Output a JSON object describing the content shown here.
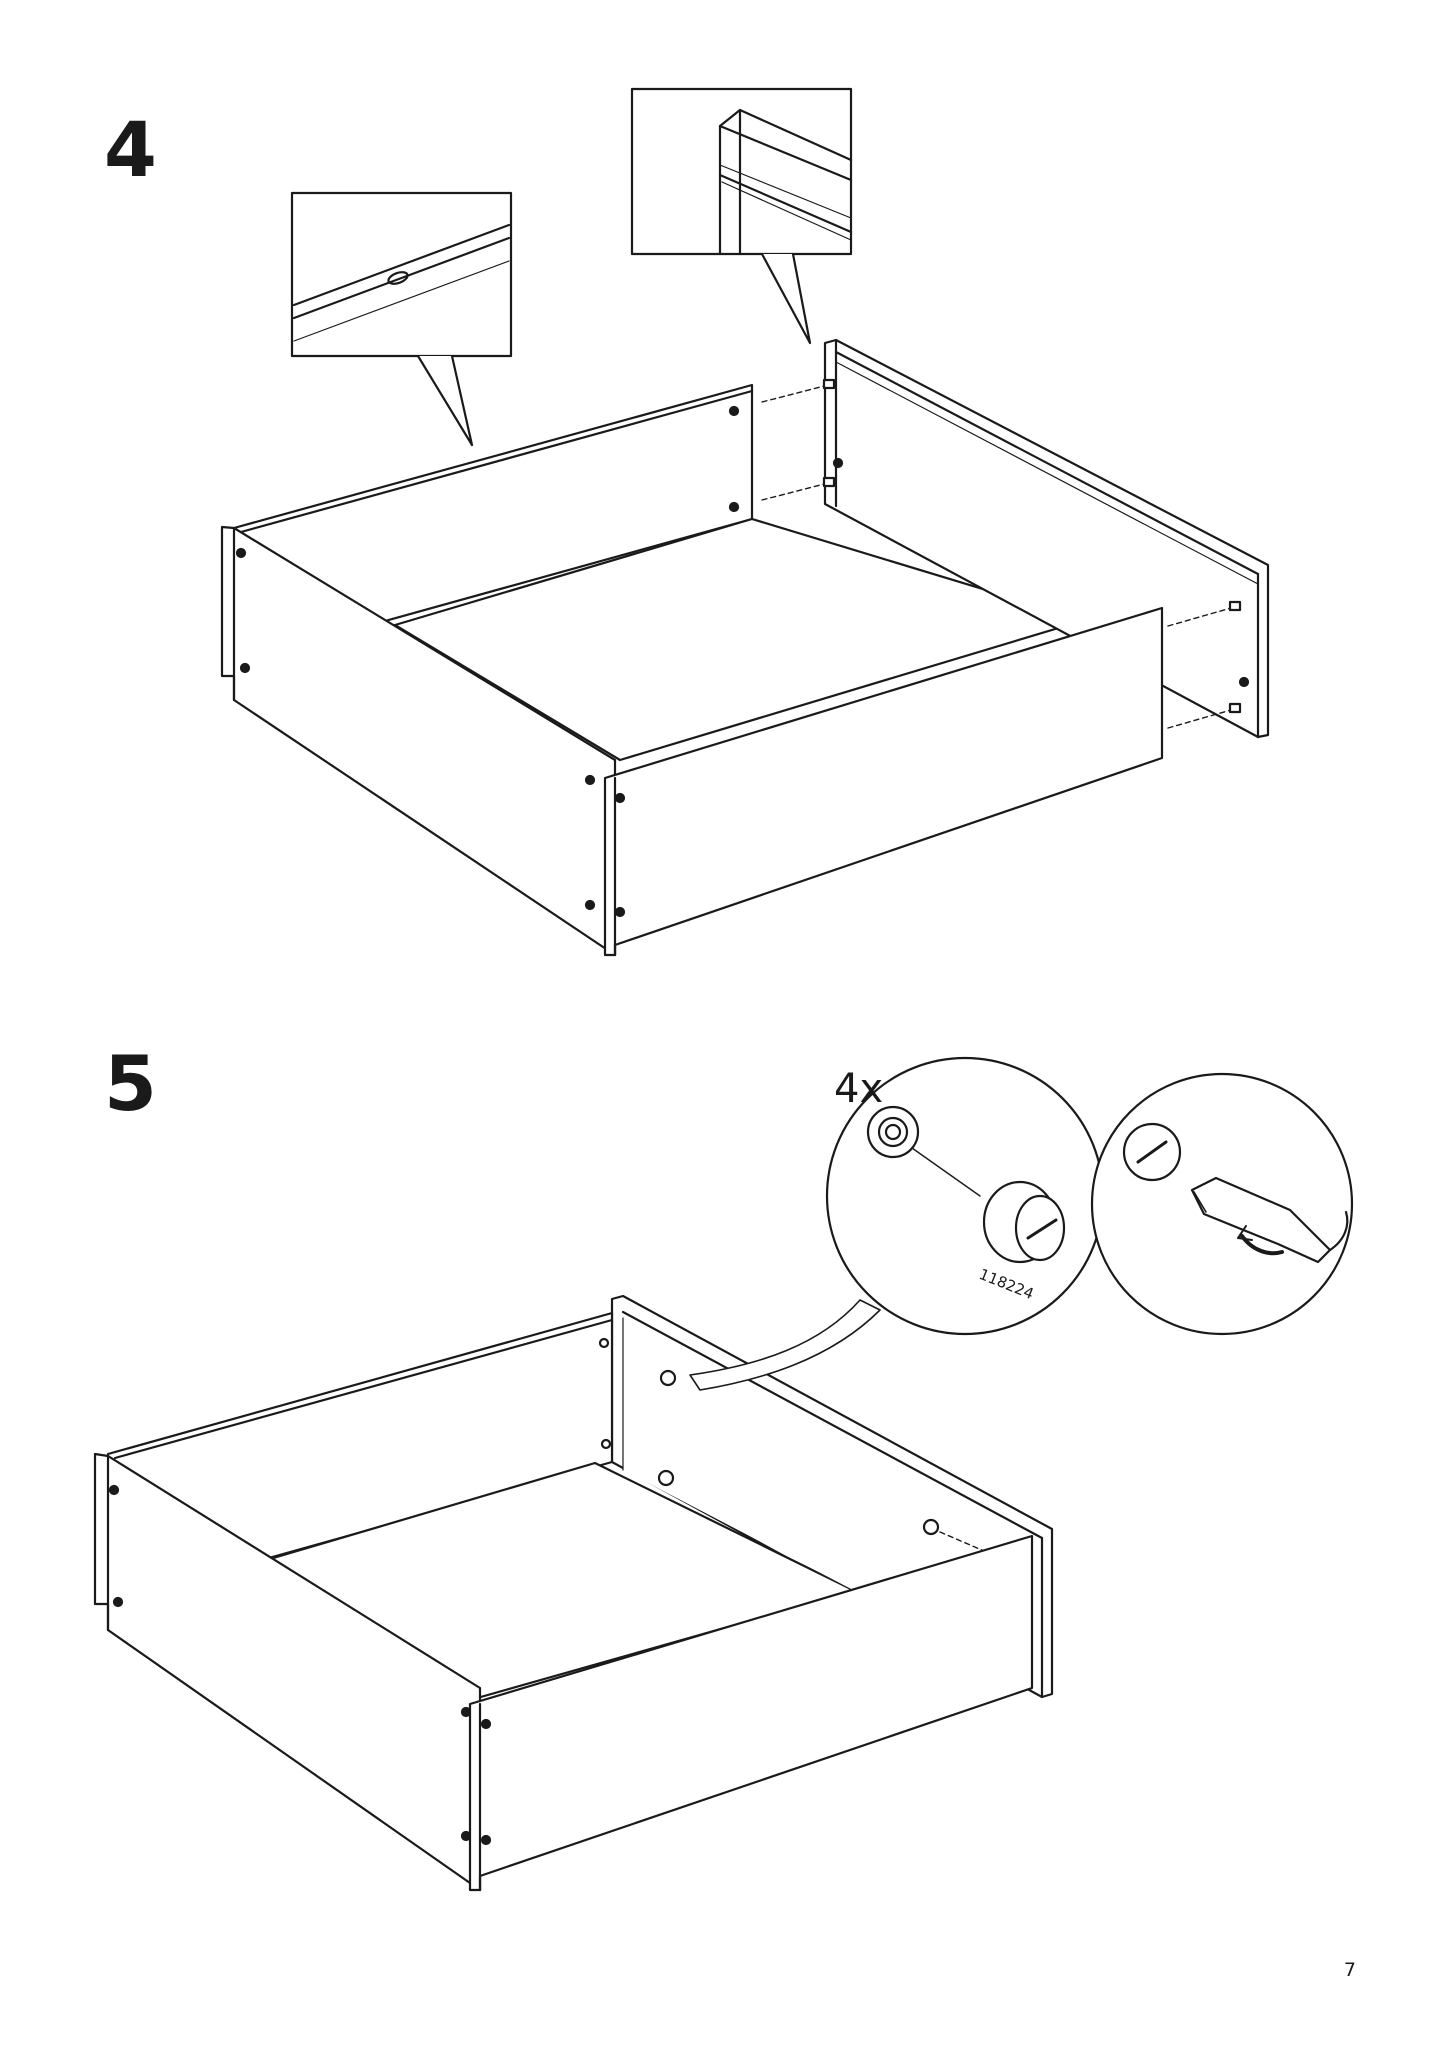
{
  "steps": [
    {
      "number": "4"
    },
    {
      "number": "5",
      "quantity": "4x",
      "part_number": "118224"
    }
  ],
  "page_number": "7"
}
